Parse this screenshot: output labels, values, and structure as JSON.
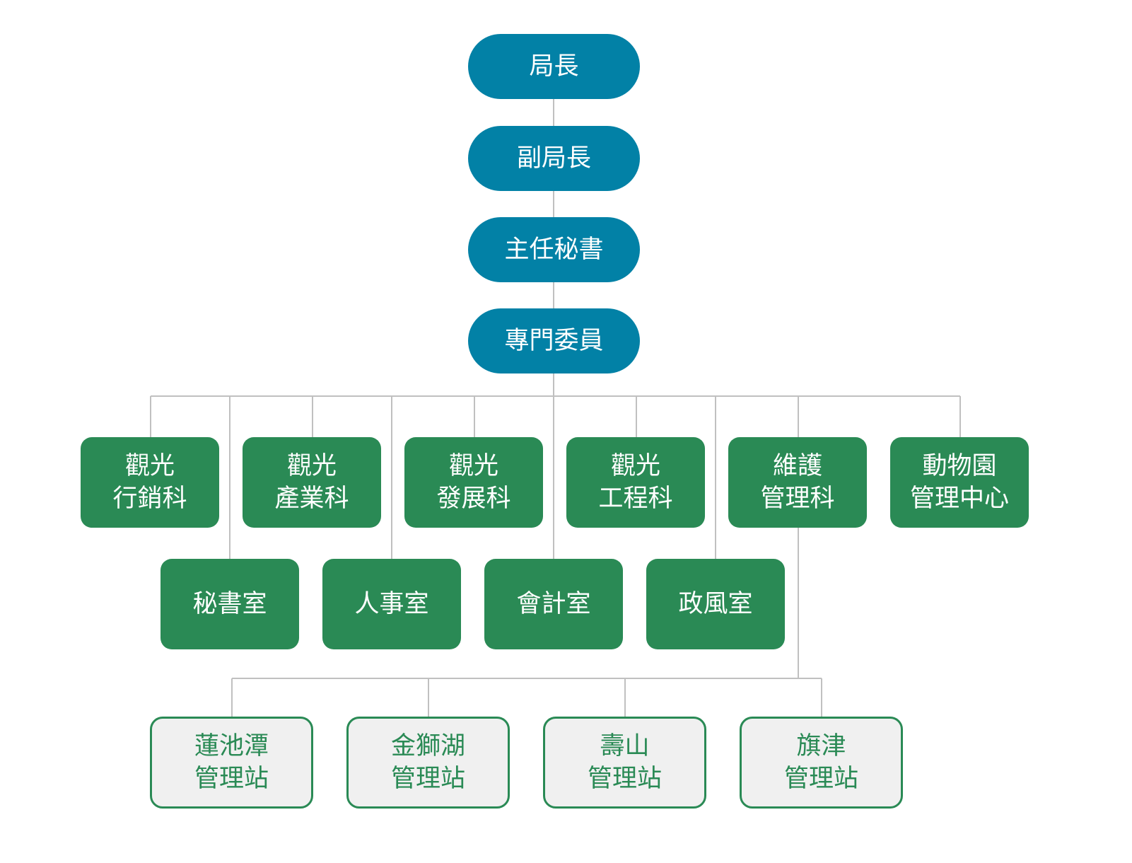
{
  "colors": {
    "leadership": "#0281a6",
    "unit": "#2a8a55",
    "station_bg": "#f0f0f0",
    "connector": "#c0c0c0"
  },
  "leadership": [
    "局長",
    "副局長",
    "主任秘書",
    "專門委員"
  ],
  "sections": [
    {
      "line1": "觀光",
      "line2": "行銷科"
    },
    {
      "line1": "觀光",
      "line2": "產業科"
    },
    {
      "line1": "觀光",
      "line2": "發展科"
    },
    {
      "line1": "觀光",
      "line2": "工程科"
    },
    {
      "line1": "維護",
      "line2": "管理科"
    },
    {
      "line1": "動物園",
      "line2": "管理中心"
    }
  ],
  "offices": [
    "秘書室",
    "人事室",
    "會計室",
    "政風室"
  ],
  "stations": [
    {
      "line1": "蓮池潭",
      "line2": "管理站"
    },
    {
      "line1": "金獅湖",
      "line2": "管理站"
    },
    {
      "line1": "壽山",
      "line2": "管理站"
    },
    {
      "line1": "旗津",
      "line2": "管理站"
    }
  ]
}
